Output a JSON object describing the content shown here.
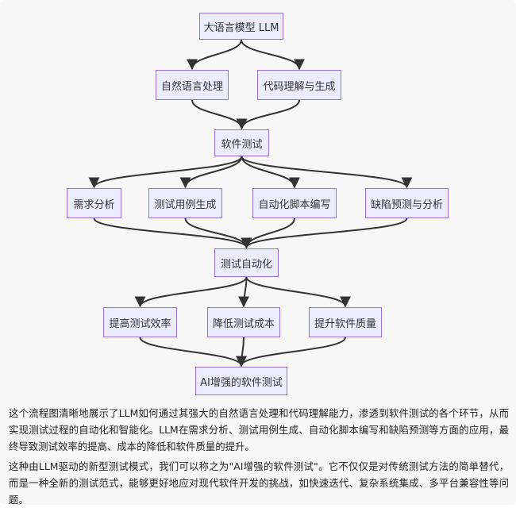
{
  "diagram": {
    "nodes": {
      "llm": "大语言模型 LLM",
      "nlp": "自然语言处理",
      "code": "代码理解与生成",
      "testing": "软件测试",
      "req": "需求分析",
      "case": "测试用例生成",
      "script": "自动化脚本编写",
      "defect": "缺陷预测与分析",
      "auto": "测试自动化",
      "eff": "提高测试效率",
      "cost": "降低测试成本",
      "quality": "提升软件质量",
      "ai": "AI增强的软件测试"
    },
    "edges": [
      [
        "llm",
        "nlp"
      ],
      [
        "llm",
        "code"
      ],
      [
        "nlp",
        "testing"
      ],
      [
        "code",
        "testing"
      ],
      [
        "testing",
        "req"
      ],
      [
        "testing",
        "case"
      ],
      [
        "testing",
        "script"
      ],
      [
        "testing",
        "defect"
      ],
      [
        "req",
        "auto"
      ],
      [
        "case",
        "auto"
      ],
      [
        "script",
        "auto"
      ],
      [
        "defect",
        "auto"
      ],
      [
        "auto",
        "eff"
      ],
      [
        "auto",
        "cost"
      ],
      [
        "auto",
        "quality"
      ],
      [
        "eff",
        "ai"
      ],
      [
        "cost",
        "ai"
      ],
      [
        "quality",
        "ai"
      ]
    ]
  },
  "text": {
    "paragraph1": "这个流程图清晰地展示了LLM如何通过其强大的自然语言处理和代码理解能力，渗透到软件测试的各个环节，从而实现测试过程的自动化和智能化。LLM在需求分析、测试用例生成、自动化脚本编写和缺陷预测等方面的应用，最终导致测试效率的提高、成本的降低和软件质量的提升。",
    "paragraph2": "这种由LLM驱动的新型测试模式，我们可以称之为\"AI增强的软件测试\"。它不仅仅是对传统测试方法的简单替代，而是一种全新的测试范式，能够更好地应对现代软件开发的挑战，如快速迭代、复杂系统集成、多平台兼容性等问题。"
  },
  "colors": {
    "node_fill": "#ececff",
    "node_border": "#9370db",
    "edge": "#333333"
  }
}
